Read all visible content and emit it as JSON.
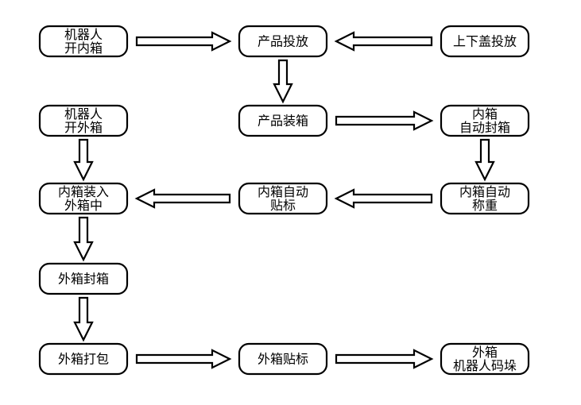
{
  "nodes": [
    {
      "id": "robot-open-inner",
      "lines": [
        "机器人",
        "开内箱"
      ]
    },
    {
      "id": "product-drop",
      "lines": [
        "产品投放"
      ]
    },
    {
      "id": "lid-drop",
      "lines": [
        "上下盖投放"
      ]
    },
    {
      "id": "robot-open-outer",
      "lines": [
        "机器人",
        "开外箱"
      ]
    },
    {
      "id": "product-boxing",
      "lines": [
        "产品装箱"
      ]
    },
    {
      "id": "inner-auto-seal",
      "lines": [
        "内箱",
        "自动封箱"
      ]
    },
    {
      "id": "inner-into-outer",
      "lines": [
        "内箱装入",
        "外箱中"
      ]
    },
    {
      "id": "inner-auto-label",
      "lines": [
        "内箱自动",
        "贴标"
      ]
    },
    {
      "id": "inner-auto-weigh",
      "lines": [
        "内箱自动",
        "称重"
      ]
    },
    {
      "id": "outer-seal",
      "lines": [
        "外箱封箱"
      ]
    },
    {
      "id": "outer-strap",
      "lines": [
        "外箱打包"
      ]
    },
    {
      "id": "outer-label",
      "lines": [
        "外箱贴标"
      ]
    },
    {
      "id": "outer-palletize",
      "lines": [
        "外箱",
        "机器人码垛"
      ]
    }
  ],
  "edges": [
    {
      "from": "robot-open-inner",
      "to": "product-drop"
    },
    {
      "from": "lid-drop",
      "to": "product-drop"
    },
    {
      "from": "product-drop",
      "to": "product-boxing"
    },
    {
      "from": "product-boxing",
      "to": "inner-auto-seal"
    },
    {
      "from": "inner-auto-seal",
      "to": "inner-auto-weigh"
    },
    {
      "from": "inner-auto-weigh",
      "to": "inner-auto-label"
    },
    {
      "from": "inner-auto-label",
      "to": "inner-into-outer"
    },
    {
      "from": "robot-open-outer",
      "to": "inner-into-outer"
    },
    {
      "from": "inner-into-outer",
      "to": "outer-seal"
    },
    {
      "from": "outer-seal",
      "to": "outer-strap"
    },
    {
      "from": "outer-strap",
      "to": "outer-label"
    },
    {
      "from": "outer-label",
      "to": "outer-palletize"
    }
  ]
}
